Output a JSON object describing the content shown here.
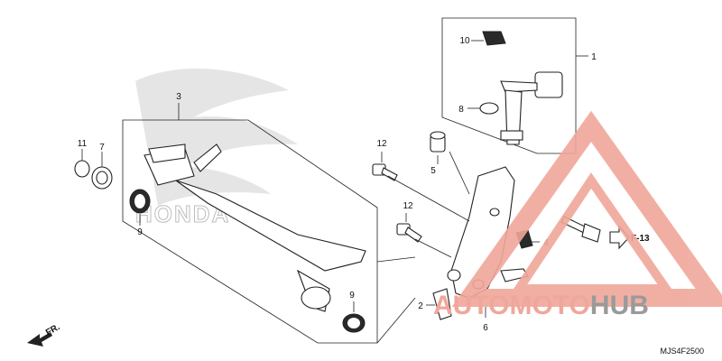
{
  "callouts": {
    "c1": "1",
    "c2": "2",
    "c3": "3",
    "c4": "4",
    "c5": "5",
    "c6": "6",
    "c7": "7",
    "c8": "8",
    "c9a": "9",
    "c9b": "9",
    "c10": "10",
    "c11": "11",
    "c12a": "12",
    "c12b": "12"
  },
  "ref_arrow": "F-13",
  "front_label": "FR.",
  "diagram_code": "MJS4F2500",
  "watermark": {
    "part1": "AUTO",
    "part2": "MOTO",
    "part3": "HUB",
    "red": "#f0a79b",
    "grey": "#9a9a9a"
  }
}
